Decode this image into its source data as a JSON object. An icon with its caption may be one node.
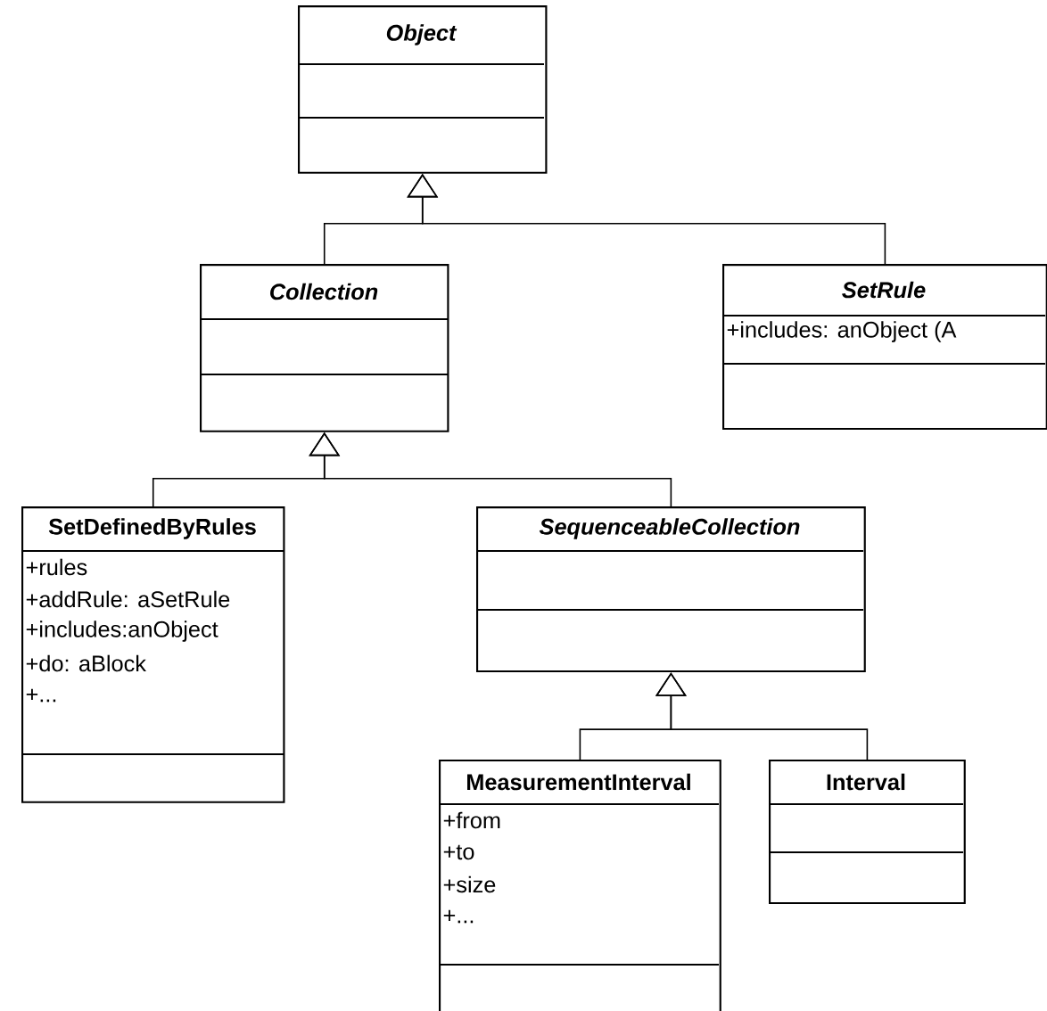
{
  "diagram": {
    "nodes": [
      {
        "text": [
          "Object"
        ]
      },
      {
        "text": [
          "Collection"
        ]
      },
      {
        "text": [
          "SetRule",
          "+includes: anObject (A"
        ]
      },
      {
        "text": [
          "SetDefinedByRules",
          "+rules",
          "+addRule: aSetRule",
          "+includes:anObject",
          "+do: aBlock",
          "+..."
        ]
      },
      {
        "text": [
          "SequenceableCollection"
        ]
      },
      {
        "text": [
          "MeasurementInterval",
          "+from",
          "+to",
          "+size",
          "+..."
        ]
      },
      {
        "text": [
          "Interval"
        ]
      }
    ],
    "edges": [
      {
        "from": 1,
        "to": 0,
        "arrow": "to"
      },
      {
        "from": 2,
        "to": 0,
        "arrow": "to"
      },
      {
        "from": 3,
        "to": 1,
        "arrow": "to"
      },
      {
        "from": 4,
        "to": 1,
        "arrow": "to"
      },
      {
        "from": 5,
        "to": 4,
        "arrow": "to"
      },
      {
        "from": 6,
        "to": 4,
        "arrow": "to"
      }
    ]
  }
}
